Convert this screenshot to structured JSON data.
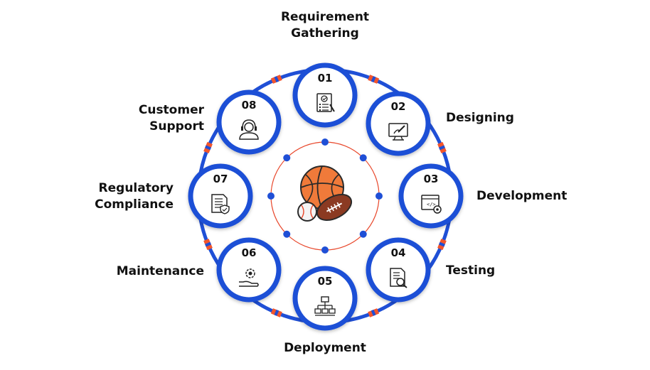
{
  "colors": {
    "ring_blue": "#1f4fd6",
    "accent_orange": "#f2552c",
    "accent_yellow": "#ffd21f",
    "inner_circle": "#e8462a",
    "text": "#111111"
  },
  "center": {
    "icon": "sports-balls-icon"
  },
  "stages": [
    {
      "number": "01",
      "label": "Requirement\nGathering",
      "icon": "checklist-document-icon"
    },
    {
      "number": "02",
      "label": "Designing",
      "icon": "design-monitor-icon"
    },
    {
      "number": "03",
      "label": "Development",
      "icon": "code-window-gear-icon"
    },
    {
      "number": "04",
      "label": "Testing",
      "icon": "document-magnifier-icon"
    },
    {
      "number": "05",
      "label": "Deployment",
      "icon": "network-hierarchy-icon"
    },
    {
      "number": "06",
      "label": "Maintenance",
      "icon": "hand-gear-icon"
    },
    {
      "number": "07",
      "label": "Regulatory\nCompliance",
      "icon": "document-shield-icon"
    },
    {
      "number": "08",
      "label": "Customer\nSupport",
      "icon": "headset-agent-icon"
    }
  ]
}
